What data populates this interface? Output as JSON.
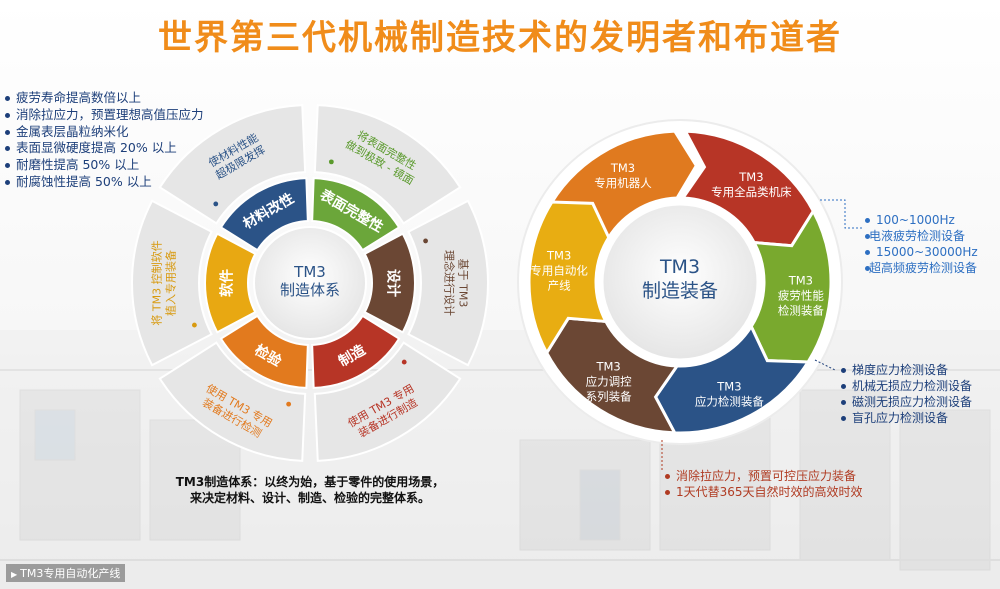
{
  "title": "世界第三代机械制造技术的发明者和布道者",
  "left_bullets": [
    "疲劳寿命提高数倍以上",
    "消除拉应力，预置理想高值压应力",
    "金属表层晶粒纳米化",
    "表面显微硬度提高 20% 以上",
    "耐磨性提高 50% 以上",
    "耐腐蚀性提高 50% 以上"
  ],
  "left_wheel": {
    "center_line1": "TM3",
    "center_line2": "制造体系",
    "segments": [
      {
        "label": "材料改性",
        "color": "#2b5387",
        "outer_text": [
          "使材料性能",
          "超极限发挥"
        ],
        "outer_color": "#2b5387"
      },
      {
        "label": "表面完整性",
        "color": "#6ba63a",
        "outer_text": [
          "将表面完整性",
          "做到极致 - 镜面"
        ],
        "outer_color": "#5a9a2c"
      },
      {
        "label": "设计",
        "color": "#6b4734",
        "outer_text": [
          "基于 TM3",
          "理念进行设计"
        ],
        "outer_color": "#6b4734"
      },
      {
        "label": "制造",
        "color": "#b73526",
        "outer_text": [
          "使用 TM3 专用",
          "装备进行制造"
        ],
        "outer_color": "#b73526"
      },
      {
        "label": "检验",
        "color": "#e27a1e",
        "outer_text": [
          "使用 TM3 专用",
          "装备进行检测"
        ],
        "outer_color": "#e27a1e"
      },
      {
        "label": "软件",
        "color": "#e8a812",
        "outer_text": [
          "将 TM3 控制软件",
          "植入专用装备"
        ],
        "outer_color": "#d89a10"
      }
    ],
    "caption_line1": "TM3制造体系：以终为始，基于零件的使用场景，",
    "caption_line2": "来决定材料、设计、制造、检验的完整体系。"
  },
  "right_wheel": {
    "center_line1": "TM3",
    "center_line2": "制造装备",
    "segments": [
      {
        "lines": [
          "TM3",
          "专用机器人"
        ],
        "color": "#e07a1f"
      },
      {
        "lines": [
          "TM3",
          "专用全品类机床"
        ],
        "color": "#b73526"
      },
      {
        "lines": [
          "TM3",
          "疲劳性能",
          "检测装备"
        ],
        "color": "#79a92e"
      },
      {
        "lines": [
          "TM3",
          "应力检测装备"
        ],
        "color": "#2b5387"
      },
      {
        "lines": [
          "TM3",
          "应力调控",
          "系列装备"
        ],
        "color": "#6b4734"
      },
      {
        "lines": [
          "TM3",
          "专用自动化",
          "产线"
        ],
        "color": "#e8ad12"
      }
    ]
  },
  "right_bullets_a": [
    "100~1000Hz",
    "电液疲劳检测设备",
    "15000~30000Hz",
    "超高频疲劳检测设备"
  ],
  "right_bullets_b": [
    "梯度应力检测设备",
    "机械无损应力检测设备",
    "磁测无损应力检测设备",
    "盲孔应力检测设备"
  ],
  "bottom_bullets": [
    "消除拉应力，预置可控压应力装备",
    "1天代替365天自然时效的高效时效"
  ],
  "footer": "TM3专用自动化产线"
}
